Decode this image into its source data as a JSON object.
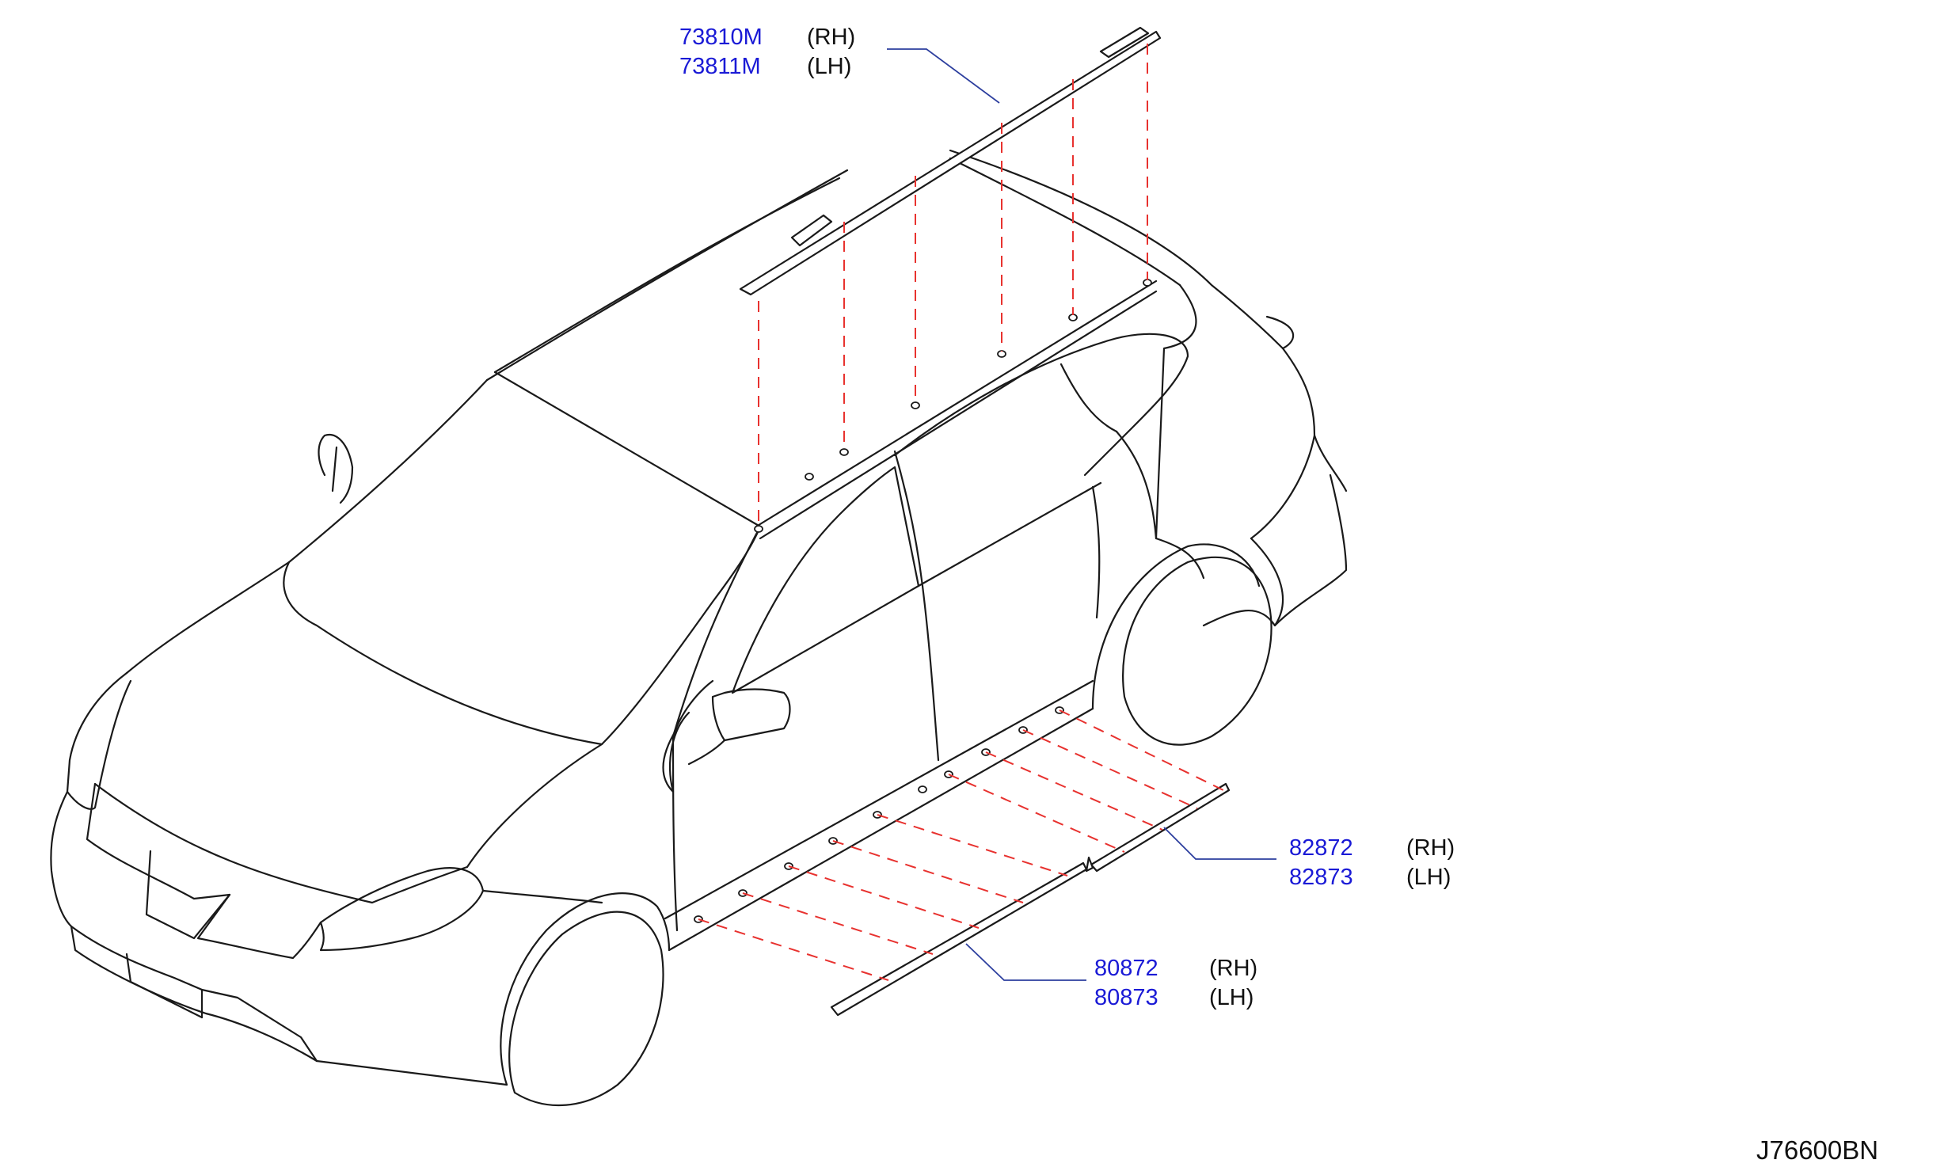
{
  "callouts": [
    {
      "part_rh": "73810M",
      "side_rh": "(RH)",
      "part_lh": "73811M",
      "side_lh": "(LH)"
    },
    {
      "part_rh": "82872",
      "side_rh": "(RH)",
      "part_lh": "82873",
      "side_lh": "(LH)"
    },
    {
      "part_rh": "80872",
      "side_rh": "(RH)",
      "part_lh": "80873",
      "side_lh": "(LH)"
    }
  ],
  "diagram_code": "J76600BN",
  "colors": {
    "part_number": "#1a1ad6",
    "guide_line": "#e8322f",
    "leader_line": "#2c3e9e",
    "outline": "#1a1a1a"
  }
}
